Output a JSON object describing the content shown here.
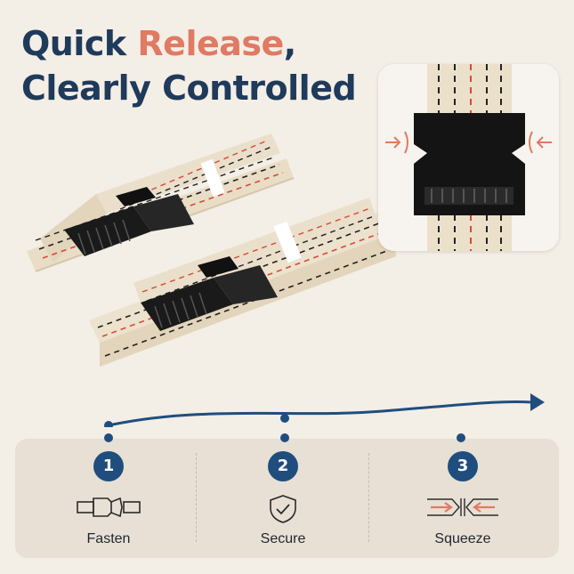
{
  "headline": {
    "line1_a": "Quick ",
    "line1_accent": "Release",
    "line1_b": ",",
    "line2": "Clearly Controlled"
  },
  "colors": {
    "navy": "#1f3a5a",
    "accent": "#e07a63",
    "badge": "#1f4e7e",
    "panel": "#e8e0d5"
  },
  "steps": [
    {
      "number": "1",
      "label": "Fasten",
      "icon": "buckle-icon"
    },
    {
      "number": "2",
      "label": "Secure",
      "icon": "shield-check-icon"
    },
    {
      "number": "3",
      "label": "Squeeze",
      "icon": "squeeze-arrows-icon"
    }
  ]
}
